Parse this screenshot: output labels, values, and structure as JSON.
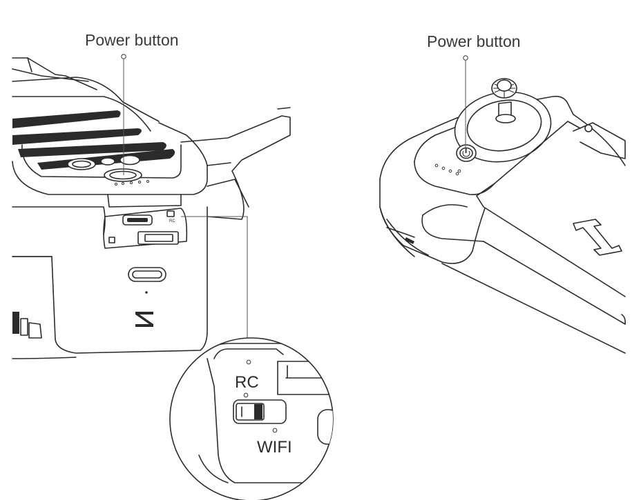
{
  "figure": {
    "left_panel": {
      "callout_label": "Power button",
      "switch_top_label": "RC",
      "switch_bottom_label": "WIFI",
      "port_small_label": "RC"
    },
    "right_panel": {
      "callout_label": "Power button"
    }
  },
  "colors": {
    "ink": "#2b2b2b",
    "background": "#ffffff"
  },
  "icons": {
    "drone_logo": "fimi-logo-icon",
    "controller_logo": "fimi-logo-icon",
    "power_symbol": "power-icon"
  }
}
